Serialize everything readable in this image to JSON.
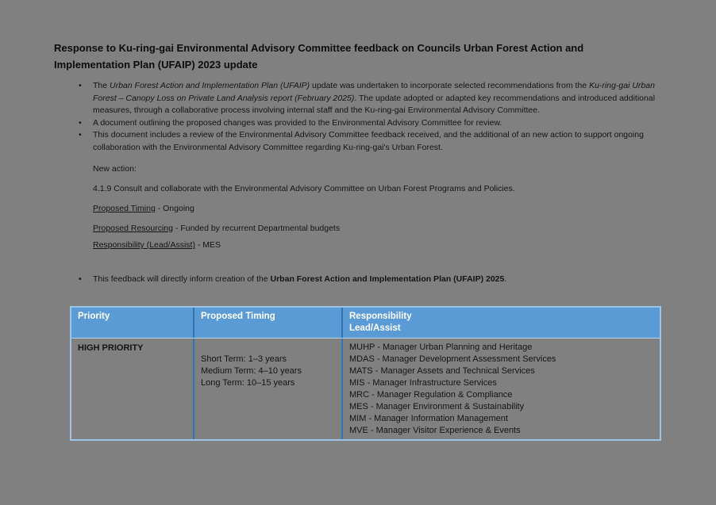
{
  "colors": {
    "page_background": "#808080",
    "table_header_bg": "#5B9BD5",
    "table_header_text": "#FFFFFF",
    "table_border_outer": "#9DC3E6",
    "table_border_inner": "#2E75B6"
  },
  "title": "Response to Ku-ring-gai Environmental Advisory Committee feedback on Councils Urban Forest Action and Implementation Plan (UFAIP) 2023 update",
  "intro_bullets": {
    "b1_pre": "The ",
    "b1_italic1": "Urban Forest Action and Implementation Plan (UFAIP)",
    "b1_mid": " update was undertaken to incorporate selected recommendations from the ",
    "b1_italic2": "Ku-ring-gai Urban Forest – Canopy Loss on Private Land Analysis report (February 2025)",
    "b1_post": ". The update adopted or adapted key recommendations and introduced additional measures, through a collaborative process involving internal staff and the Ku-ring-gai Environmental Advisory Committee.",
    "b2": "A document outlining the proposed changes was provided to the Environmental Advisory Committee for review.",
    "b3": "This document includes a review of the Environmental Advisory Committee feedback received, and the additional of an new action to support ongoing collaboration with the Environmental Advisory Committee regarding Ku-ring-gai's Urban Forest."
  },
  "new_action": {
    "heading": "New action:",
    "item": "4.1.9 Consult and collaborate with the Environmental Advisory Committee on Urban Forest Programs and Policies.",
    "timing_label": "Proposed Timing",
    "timing_value": " - Ongoing",
    "resourcing_label": "Proposed Resourcing",
    "resourcing_value": " - Funded by recurrent Departmental budgets",
    "responsibility_label": "Responsibility (Lead/Assist)",
    "responsibility_value": " -  MES"
  },
  "closing_bullet": {
    "pre": "This feedback will directly inform creation of the ",
    "bold": "Urban Forest Action and Implementation Plan (UFAIP) 2025",
    "post": "."
  },
  "table": {
    "headers": {
      "priority": "Priority",
      "timing": "Proposed Timing",
      "responsibility_line1": "Responsibility",
      "responsibility_line2": "Lead/Assist"
    },
    "row": {
      "priority": "HIGH PRIORITY",
      "timing_lines": [
        "Short Term: 1–3 years",
        "Medium Term: 4–10 years",
        "Long Term: 10–15 years"
      ],
      "responsibility_lines": [
        "MUHP - Manager Urban Planning and Heritage",
        "MDAS - Manager Development Assessment Services",
        "MATS - Manager Assets and Technical Services",
        "MIS - Manager Infrastructure Services",
        "MRC - Manager Regulation & Compliance",
        "MES - Manager Environment & Sustainability",
        "MIM - Manager Information Management",
        "MVE - Manager Visitor Experience & Events"
      ]
    }
  }
}
